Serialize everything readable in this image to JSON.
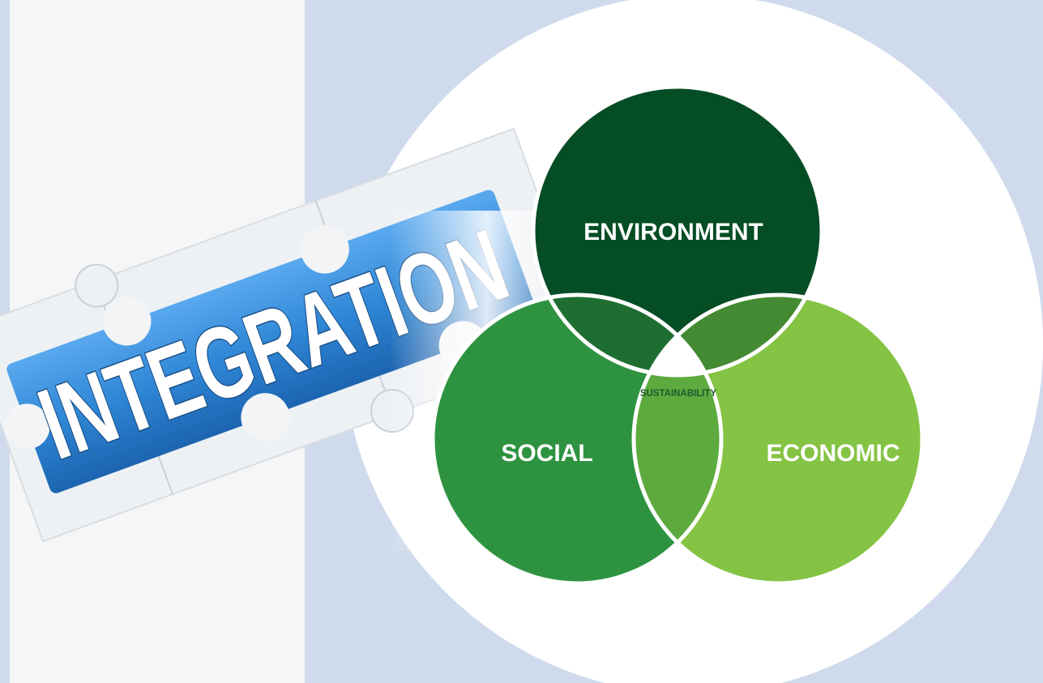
{
  "integration_word": "INTEGRATION",
  "venn": {
    "top_label": "ENVIRONMENT",
    "left_label": "SOCIAL",
    "right_label": "ECONOMIC",
    "center_label": "SUSTAINABILITY"
  },
  "colors": {
    "page_background": "#cfdbec",
    "left_panel": "#f6f6f6",
    "disc": "#ffffff",
    "environment": "#054d25",
    "social": "#2e9340",
    "economic": "#84c344",
    "env_social_overlap": "#1f6e31",
    "env_economic_overlap": "#438a32",
    "social_economic_overlap": "#5dab3f",
    "puzzle_blue": "#2f87d6"
  }
}
